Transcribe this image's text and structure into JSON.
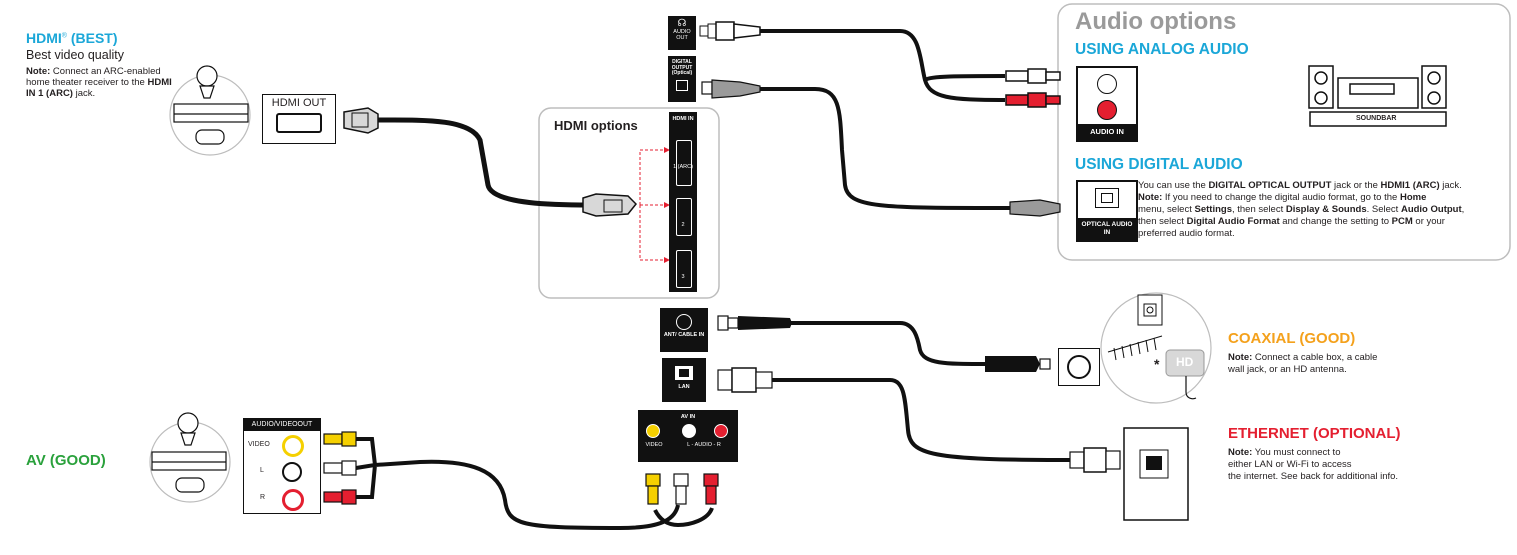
{
  "hdmi": {
    "title": "HDMI",
    "reg": "®",
    "title_suffix": " (BEST)",
    "subtitle": "Best video quality",
    "note_label": "Note:",
    "note_text": " Connect an ARC-enabled home theater receiver to the ",
    "note_bold": "HDMI IN 1 (ARC)",
    "note_end": " jack.",
    "device_port_label": "HDMI OUT"
  },
  "hdmi_options": {
    "title": "HDMI options",
    "panel_label": "HDMI IN",
    "port1": "1 (ARC)",
    "port2": "2",
    "port3": "3"
  },
  "tv_jacks": {
    "audio_out": "AUDIO OUT",
    "digital_output": "DIGITAL OUTPUT (Optical)",
    "ant": "ANT/ CABLE IN",
    "lan": "LAN",
    "av_in": "AV IN",
    "av_video": "VIDEO",
    "av_audio": "L - AUDIO - R"
  },
  "audio_options": {
    "title": "Audio options",
    "analog_heading": "USING ANALOG AUDIO",
    "audio_in_label": "AUDIO IN",
    "soundbar_label": "SOUNDBAR",
    "digital_heading": "USING DIGITAL AUDIO",
    "optical_label": "OPTICAL AUDIO IN",
    "digital_text": [
      [
        "You can use the ",
        "DIGITAL OPTICAL OUTPUT",
        " jack or the ",
        "HDMI1 (ARC)",
        " jack."
      ],
      [
        "Note:",
        " If you need to change the digital audio format, go to the ",
        "Home",
        ""
      ],
      [
        "menu, select ",
        "Settings",
        ", then select ",
        "Display & Sounds",
        ". Select ",
        "Audio Output",
        ","
      ],
      [
        "then select ",
        "Digital Audio Format",
        " and change the setting to ",
        "PCM",
        " or your"
      ],
      [
        "preferred audio format."
      ]
    ]
  },
  "coaxial": {
    "title": "COAXIAL (GOOD)",
    "note_label": "Note:",
    "note_line1": " Connect a cable box, a cable",
    "note_line2": "wall jack, or an HD antenna.",
    "hd_label": "HD",
    "star": "*"
  },
  "ethernet": {
    "title": "ETHERNET (OPTIONAL)",
    "note_label": "Note:",
    "note_line1": " You must connect to",
    "note_line2": "either LAN or Wi-Fi to access",
    "note_line3": "the internet. See back for additional info."
  },
  "av": {
    "title": "AV (GOOD)",
    "device_header": "AUDIO/VIDEOOUT",
    "video": "VIDEO",
    "l": "L",
    "r": "R"
  },
  "colors": {
    "blue": "#1ba7d8",
    "orange": "#f4a11c",
    "red": "#e41f30",
    "green": "#2aa13c",
    "yellow": "#f5d000"
  }
}
